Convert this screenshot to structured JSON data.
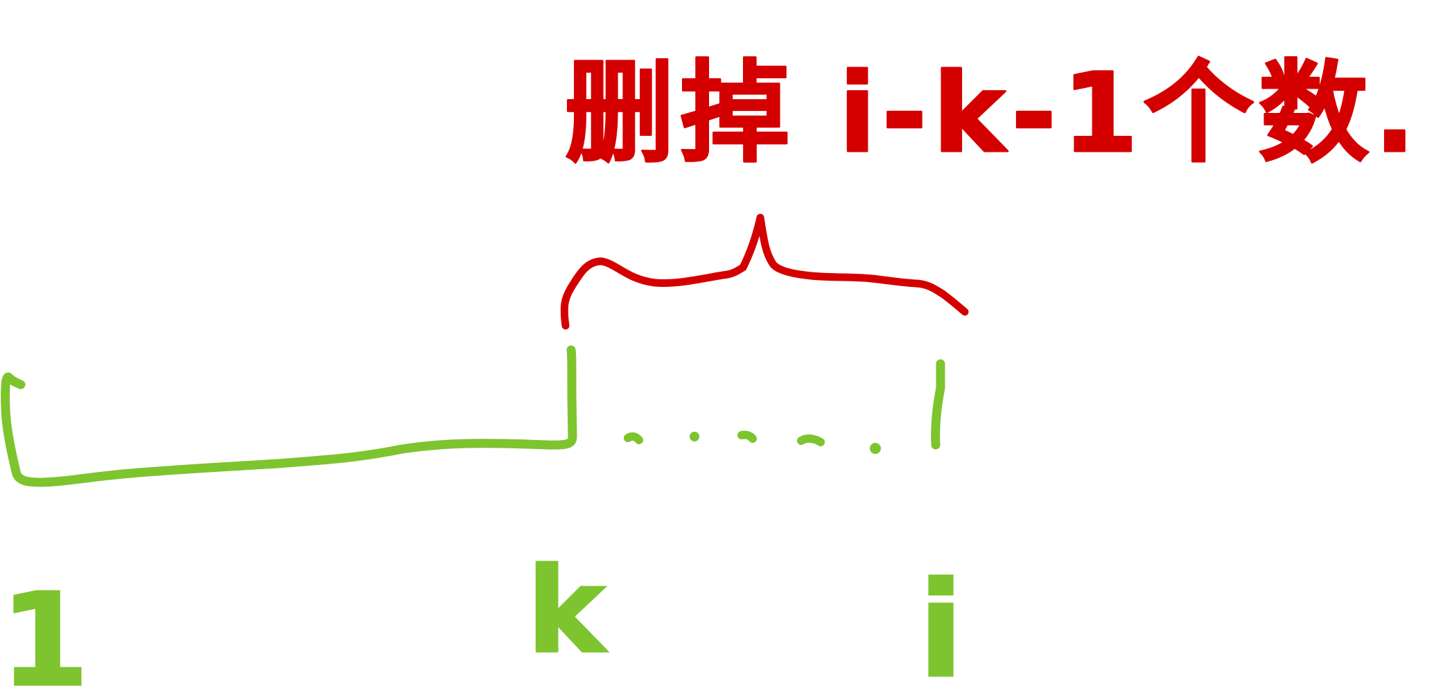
{
  "annotation": {
    "text": "删掉 i-k-1个数.",
    "color": "#d40000"
  },
  "labels": {
    "start": "1",
    "k": "k",
    "i": "i"
  },
  "brace_color": "#7dc42e",
  "mark_color": "#d40000"
}
